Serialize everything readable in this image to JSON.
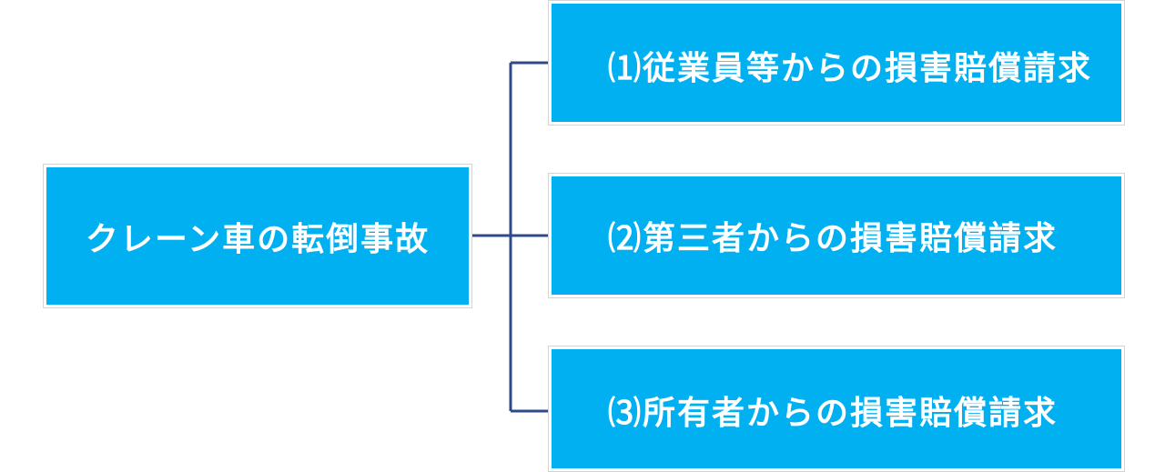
{
  "diagram": {
    "root": {
      "label": "クレーン車の転倒事故"
    },
    "branches": [
      {
        "label": "⑴従業員等からの損害賠償請求"
      },
      {
        "label": "⑵第三者からの損害賠償請求"
      },
      {
        "label": "⑶所有者からの損害賠償請求"
      }
    ]
  },
  "colors": {
    "box_fill": "#00b0f0",
    "box_text": "#ffffff",
    "connector": "#2e4a8b",
    "box_border": "#d4d4d4"
  }
}
